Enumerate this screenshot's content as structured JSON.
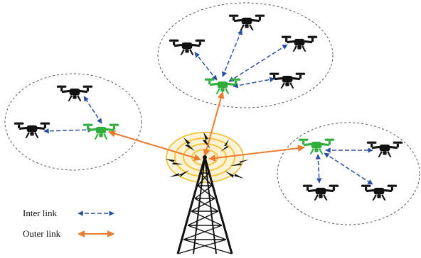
{
  "legend": {
    "inter_label": "Inter link",
    "outer_label": "Outer link"
  },
  "colors": {
    "inter_link": "#2b4fa0",
    "outer_link": "#ee7a30",
    "head_drone": "#2fae3c",
    "member_drone": "#111111",
    "cluster_border": "#555555",
    "signal_rings": "#f5c542",
    "signal_glow": "#fbe6a8",
    "tower": "#111111"
  },
  "icons": {
    "tower": "radio-tower-icon",
    "head": "drone-head-icon",
    "member": "drone-member-icon"
  },
  "clusters": [
    {
      "name": "left",
      "members": 2
    },
    {
      "name": "top",
      "members": 4
    },
    {
      "name": "right",
      "members": 3
    }
  ]
}
